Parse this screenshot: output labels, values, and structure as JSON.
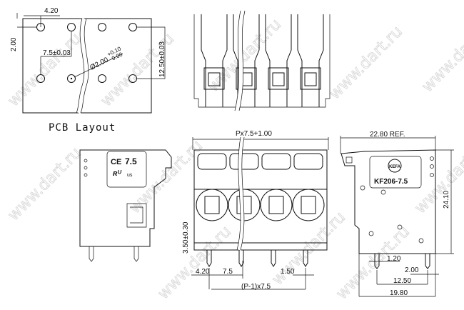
{
  "pcb_layout": {
    "title": "PCB Layout",
    "dim_offset_x": "4.20",
    "dim_offset_y": "2.00",
    "dim_pitch": "7.5±0.03",
    "dim_hole": "Ø2.00",
    "dim_hole_tol_upper": "+0.10",
    "dim_hole_tol_lower": "0.00",
    "dim_row_spacing": "12.50±0.03"
  },
  "front_view": {
    "dim_width": "Px7.5+1.00",
    "dim_edge": "4.20",
    "dim_pitch": "7.5",
    "dim_pin": "1.50",
    "dim_span": "(P-1)x7.5",
    "dim_pin_length": "3.50±0.30"
  },
  "left_side_view": {
    "ce_mark": "CE",
    "pitch_label": "7.5",
    "ul_suffix": "us"
  },
  "right_side_view": {
    "brand": "KEFA",
    "model": "KF206-7.5",
    "dim_depth_ref": "22.80 REF.",
    "dim_height": "24.10",
    "dim_pin_width": "1.20",
    "dim_pin_offset": "2.00",
    "dim_pin_spacing": "12.50",
    "dim_base": "19.80"
  },
  "watermark": "www.dart.ru"
}
